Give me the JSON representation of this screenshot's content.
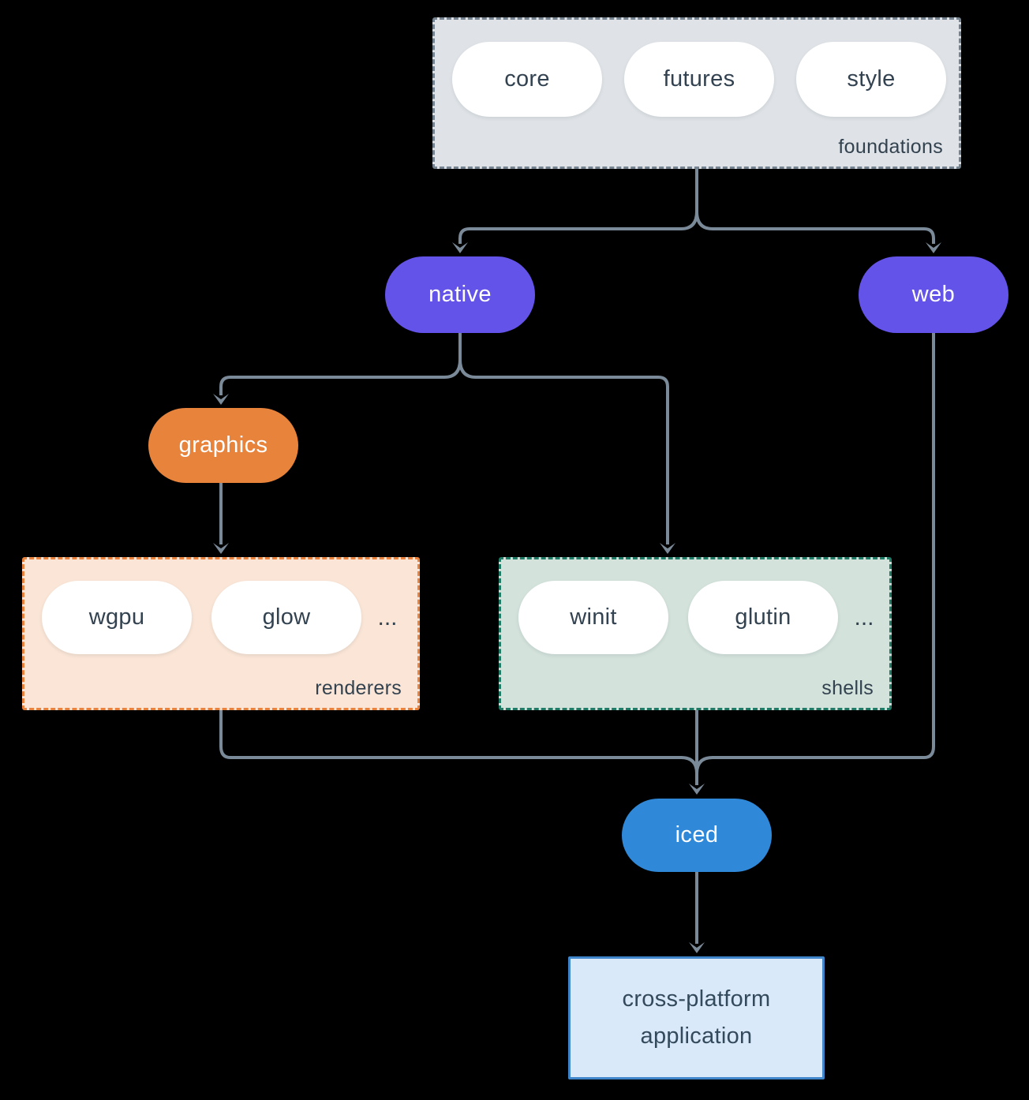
{
  "diagram": {
    "foundations": {
      "label": "foundations",
      "pills": [
        "core",
        "futures",
        "style"
      ]
    },
    "native": {
      "label": "native"
    },
    "web": {
      "label": "web"
    },
    "graphics": {
      "label": "graphics"
    },
    "renderers": {
      "label": "renderers",
      "pills": [
        "wgpu",
        "glow"
      ],
      "more": "..."
    },
    "shells": {
      "label": "shells",
      "pills": [
        "winit",
        "glutin"
      ],
      "more": "..."
    },
    "iced": {
      "label": "iced"
    },
    "application": {
      "line1": "cross-platform",
      "line2": "application"
    }
  },
  "colors": {
    "background": "#000000",
    "connector_line": "#7b8a99",
    "foundations_fill": "#dfe3e7",
    "foundations_border": "#75828f",
    "node_purple": "#6353e8",
    "node_orange": "#e8833c",
    "node_blue": "#2f88d8",
    "renderers_fill": "#fae5d6",
    "renderers_border": "#e8823c",
    "shells_fill": "#d3e2db",
    "shells_border": "#1f7a66",
    "application_fill": "#d9e9f9",
    "application_border": "#3f86ca",
    "pill_fill": "#ffffff",
    "text_dark": "#334250",
    "text_light": "#ffffff"
  }
}
